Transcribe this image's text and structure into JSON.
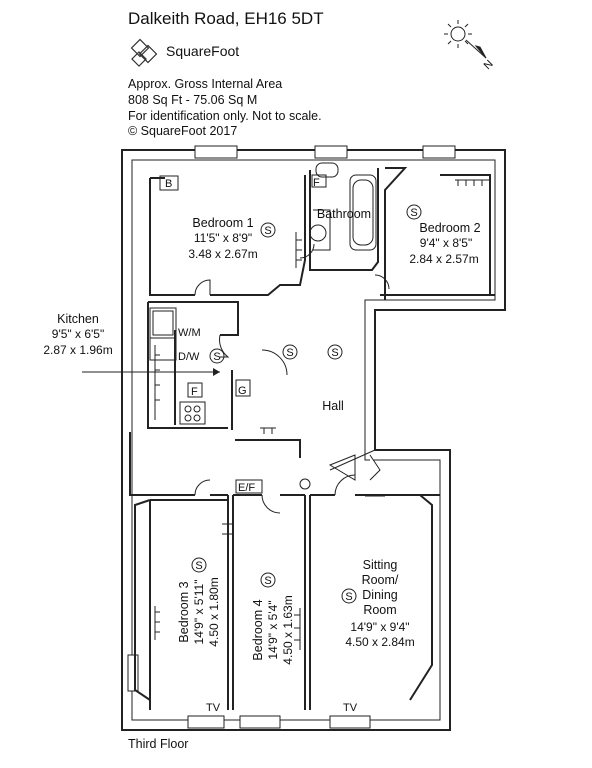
{
  "header": {
    "address": "Dalkeith Road, EH16 5DT",
    "brand": "SquareFoot",
    "area_title": "Approx. Gross Internal Area",
    "area_value": "808 Sq Ft  -  75.06 Sq M",
    "disclaimer": "For identification only. Not to scale.",
    "copyright": "© SquareFoot 2017"
  },
  "rooms": {
    "bedroom1": {
      "name": "Bedroom 1",
      "dim_imperial": "11'5\" x 8'9\"",
      "dim_metric": "3.48 x 2.67m"
    },
    "bathroom": {
      "name": "Bathroom"
    },
    "bedroom2": {
      "name": "Bedroom 2",
      "dim_imperial": "9'4\" x 8'5\"",
      "dim_metric": "2.84 x 2.57m"
    },
    "kitchen": {
      "name": "Kitchen",
      "dim_imperial": "9'5\" x 6'5\"",
      "dim_metric": "2.87 x 1.96m"
    },
    "hall": {
      "name": "Hall"
    },
    "bedroom3": {
      "name": "Bedroom 3",
      "dim_imperial": "14'9\" x 5'11\"",
      "dim_metric": "4.50 x 1.80m"
    },
    "bedroom4": {
      "name": "Bedroom 4",
      "dim_imperial": "14'9\" x 5'4\"",
      "dim_metric": "4.50 x 1.63m"
    },
    "sitting": {
      "name_line1": "Sitting",
      "name_line2": "Room/",
      "name_line3": "Dining",
      "name_line4": "Room",
      "dim_imperial": "14'9\" x 9'4\"",
      "dim_metric": "4.50 x 2.84m"
    }
  },
  "fixtures": {
    "boiler": "B",
    "fridge": "F",
    "washer": "W/M",
    "dishwasher": "D/W",
    "gas_meter": "G",
    "electric_fuse": "E/F",
    "smoke": "S",
    "compass_n": "N",
    "tv": "TV"
  },
  "footer": {
    "floor": "Third Floor"
  }
}
